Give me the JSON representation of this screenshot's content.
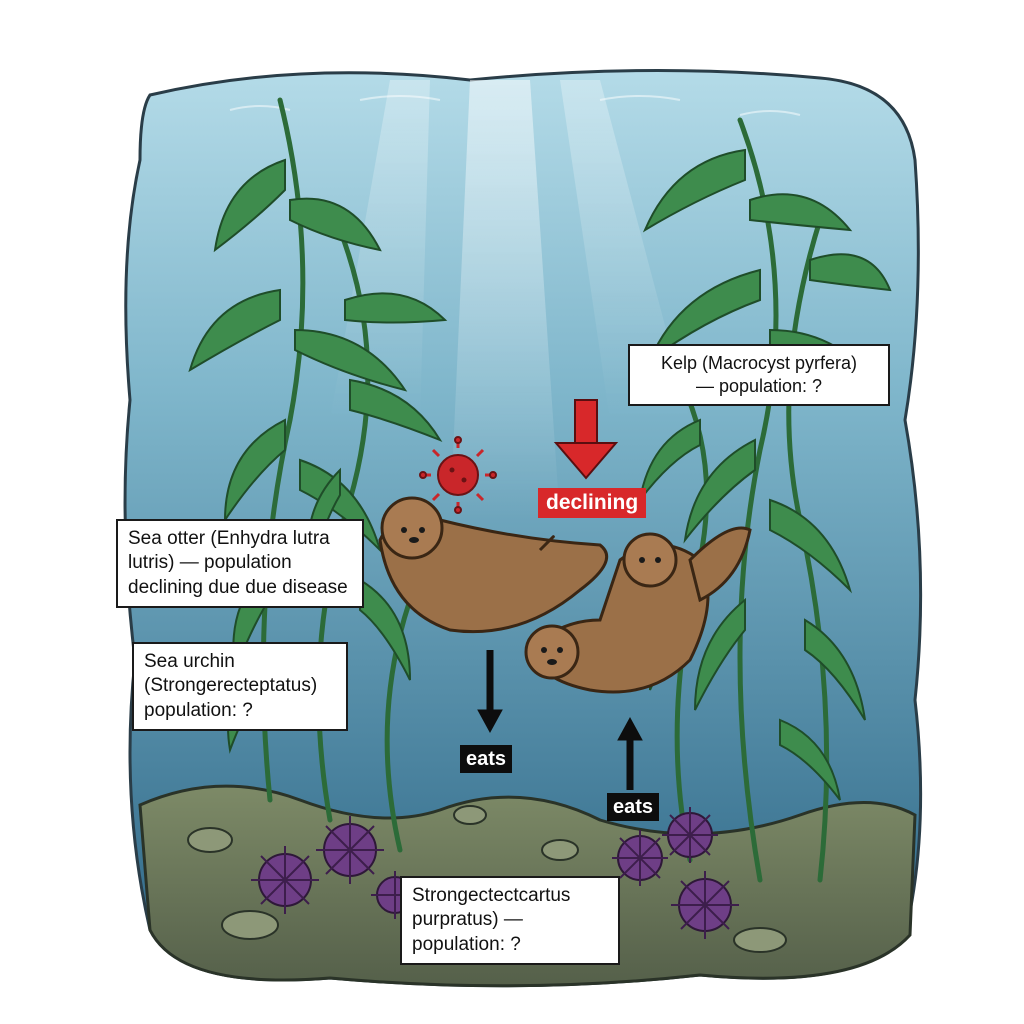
{
  "labels": {
    "kelp": {
      "line1": "Kelp (Macrocyst pyrfera)",
      "line2": "— population: ?"
    },
    "otter": {
      "line1": "Sea otter (Enhydra lutra",
      "line2": "lutris) — population",
      "line3": "declining due due disease"
    },
    "urchin": {
      "line1": "Sea urchin",
      "line2": "(Strongerecteptatus)",
      "line3": "population: ?"
    },
    "urchin_bottom": {
      "line1": "Strongectectcartus",
      "line2": "purpratus) —",
      "line3": "population: ?"
    }
  },
  "arrows": {
    "declining_label": "declining",
    "eats_down_label": "eats",
    "eats_up_label": "eats"
  },
  "icons": [
    "virus-icon",
    "down-arrow-icon",
    "up-arrow-icon"
  ],
  "colors": {
    "water_top": "#a9d3e2",
    "water_bottom": "#2f6b8a",
    "kelp": "#3e8c4d",
    "otter": "#9b7048",
    "urchin": "#7a4a91",
    "seafloor": "#6f7a5c",
    "declining": "#d8282a",
    "virus": "#c9262a"
  }
}
